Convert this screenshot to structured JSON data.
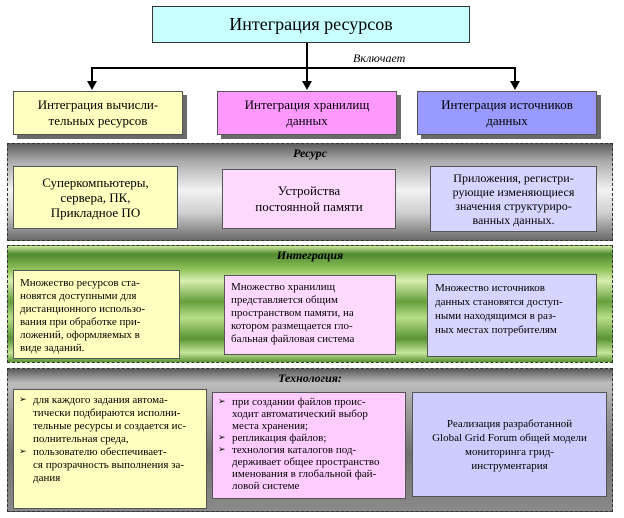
{
  "title": "Интеграция ресурсов",
  "includes_label": "Включает",
  "categories": [
    {
      "label_l1": "Интеграция вычисли-",
      "label_l2": "тельных ресурсов",
      "color": "#ffffc0"
    },
    {
      "label_l1": "Интеграция хранилищ",
      "label_l2": "данных",
      "color": "#ff99ff"
    },
    {
      "label_l1": "Интеграция источников",
      "label_l2": "данных",
      "color": "#9999ff"
    }
  ],
  "bands": {
    "resource": {
      "title": "Ресурс",
      "cells": [
        {
          "lines": [
            "Суперкомпьютеры,",
            "сервера, ПК,",
            "Прикладное ПО"
          ]
        },
        {
          "lines": [
            "Устройства",
            "постоянной памяти"
          ]
        },
        {
          "lines": [
            "Приложения, регистри-",
            "рующие изменяющиеся",
            "значения структуриро-",
            "ванных данных."
          ]
        }
      ]
    },
    "integration": {
      "title": "Интеграция",
      "cells": [
        {
          "lines": [
            "Множество ресурсов ста-",
            "новятся доступными для",
            "дистанционного использо-",
            "вания при обработке при-",
            "ложений, оформляемых в",
            "виде заданий."
          ]
        },
        {
          "lines": [
            "Множество хранилищ",
            "представляется общим",
            "пространством памяти, на",
            "котором размещается гло-",
            "бальная файловая система"
          ]
        },
        {
          "lines": [
            "Множество источников",
            "данных становятся доступ-",
            "ными находящимся в раз-",
            "ных местах потребителям"
          ]
        }
      ]
    },
    "technology": {
      "title": "Технология:",
      "col1": [
        {
          "lines": [
            "для каждого задания автома-",
            "тически подбираются исполни-",
            "тельные ресурсы и создается ис-",
            "полнительная среда,"
          ]
        },
        {
          "lines": [
            "пользователю обеспечивает-",
            "ся прозрачность выполнения за-",
            "дания"
          ]
        }
      ],
      "col2": [
        {
          "lines": [
            "при создании файлов проис-",
            "ходит автоматический выбор",
            "места хранения;"
          ]
        },
        {
          "lines": [
            "репликация файлов;"
          ]
        },
        {
          "lines": [
            "технология каталогов под-",
            "держивает общее пространство",
            "именования в глобальной фай-",
            "ловой системе"
          ]
        }
      ],
      "col3": {
        "lines": [
          "Реализация разработанной",
          "Global Grid Forum общей модели",
          "мониторинга грид-",
          "инструментария"
        ]
      }
    }
  }
}
